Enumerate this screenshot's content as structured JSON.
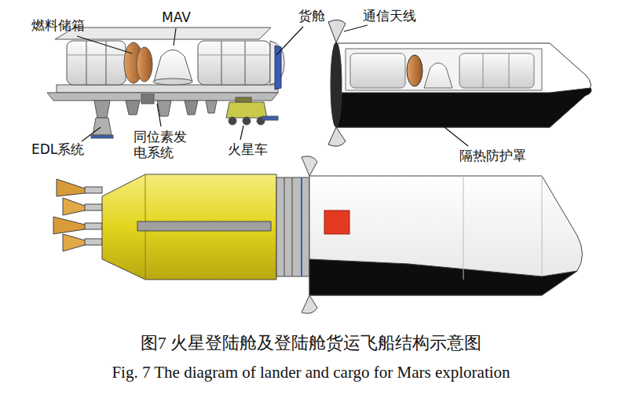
{
  "diagram": {
    "caption": "图7 火星登陆舱及登陆舱货运飞船结构示意图",
    "labels": [
      "燃料储箱",
      "MAV",
      "货舱",
      "通信天线",
      "EDL系统",
      "同位素发电系统",
      "火星车",
      "隔热防护罩",
      "Fig. 7 The diagram of lander and cargo for Mars exploration"
    ]
  }
}
